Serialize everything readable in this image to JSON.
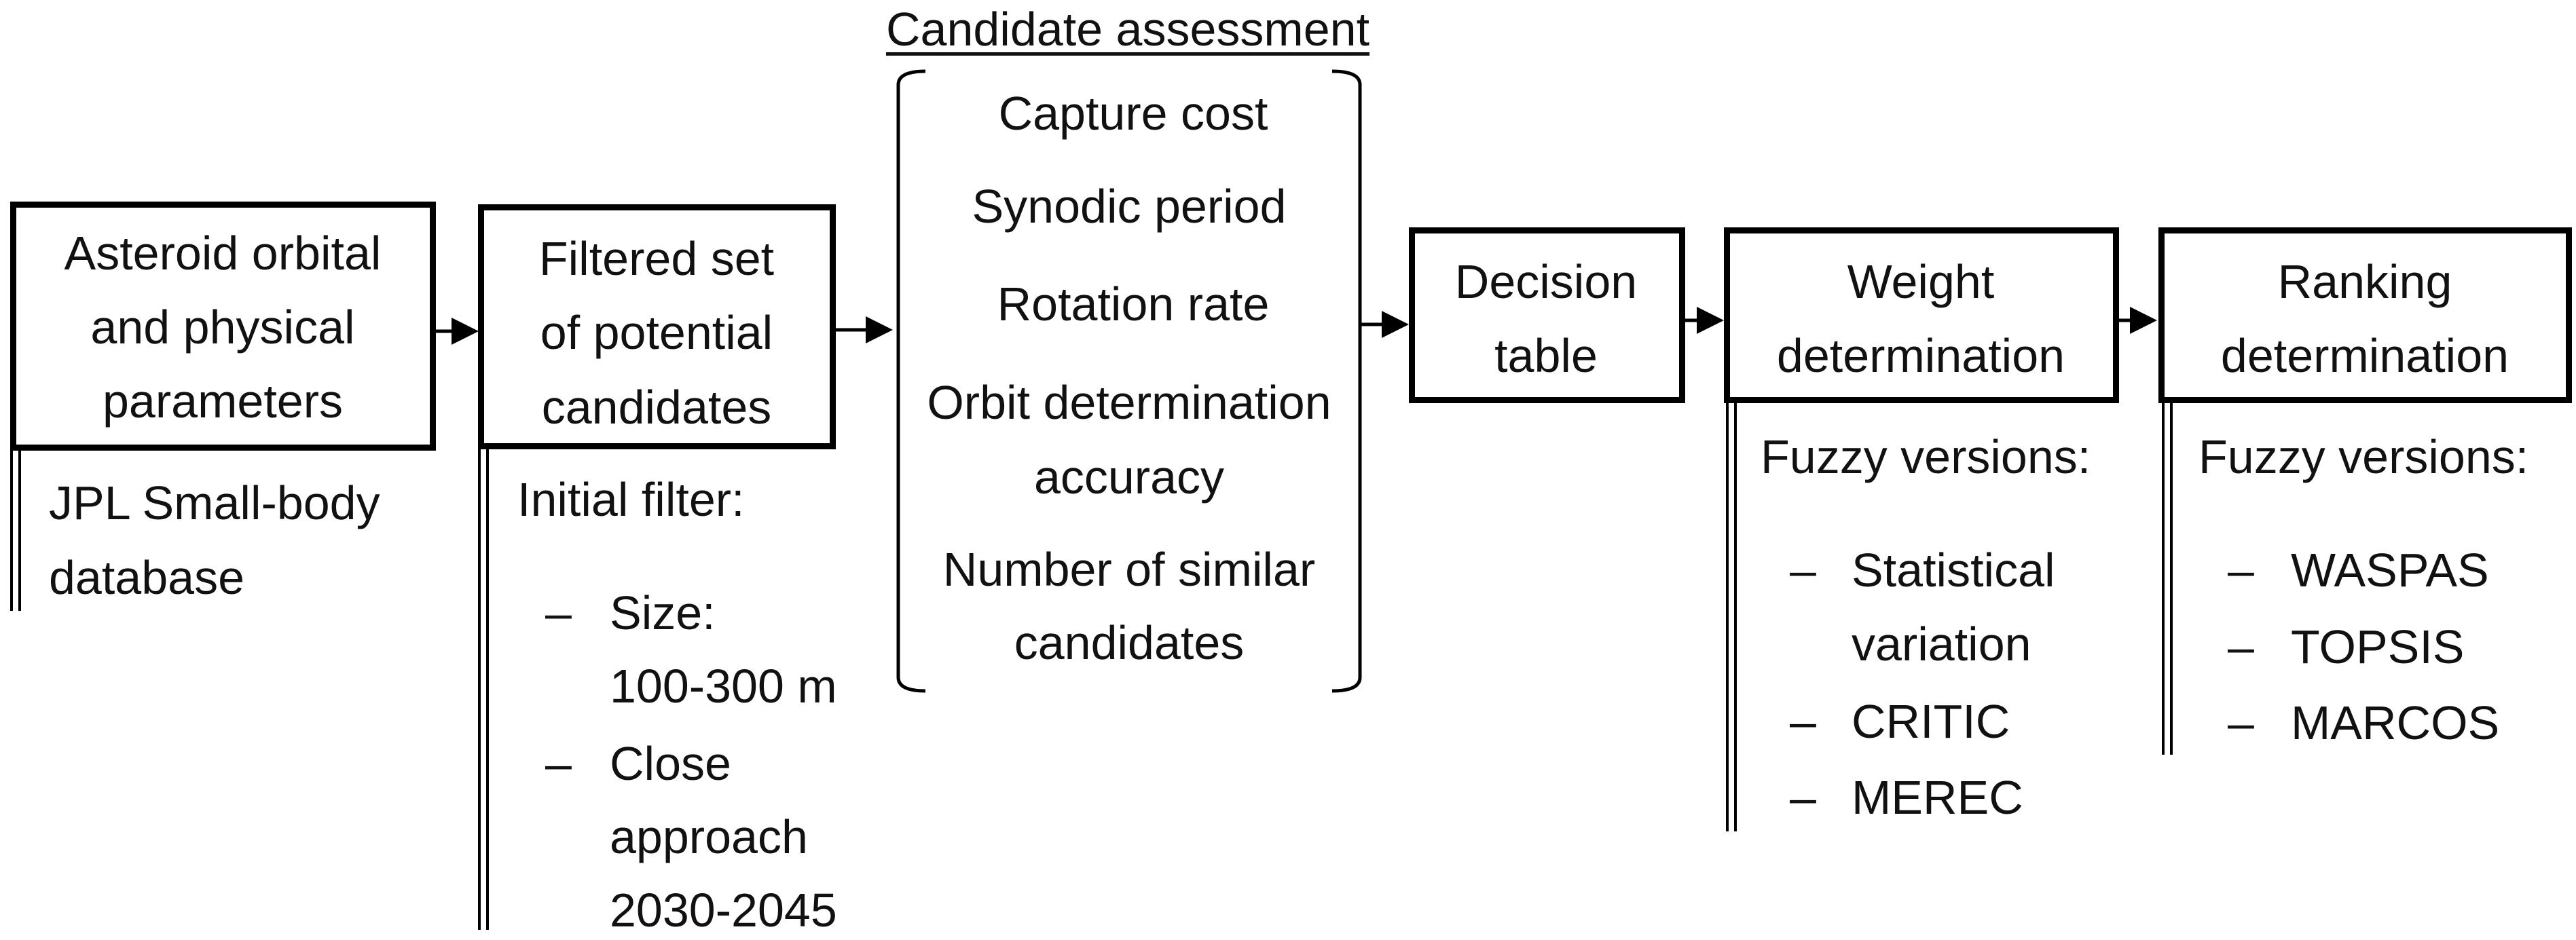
{
  "heading": "Candidate assessment",
  "boxes": [
    {
      "lines": [
        "Asteroid orbital",
        "and physical",
        "parameters"
      ]
    },
    {
      "lines": [
        "Filtered set",
        "of potential",
        "candidates"
      ]
    },
    {
      "lines": [
        "Decision",
        "table"
      ]
    },
    {
      "lines": [
        "Weight",
        "determination"
      ]
    },
    {
      "lines": [
        "Ranking",
        "determination"
      ]
    }
  ],
  "criteria": [
    "Capture cost",
    "Synodic period",
    "Rotation rate",
    "Orbit determination",
    "accuracy",
    "Number of similar",
    "candidates"
  ],
  "notes": {
    "source": {
      "lines": [
        "JPL Small-body",
        "database"
      ]
    },
    "filter": {
      "heading": "Initial filter:",
      "dash": "–",
      "items": [
        {
          "lines": [
            "Size:",
            "100-300 m"
          ]
        },
        {
          "lines": [
            "Close",
            "approach",
            "2030-2045"
          ]
        }
      ]
    },
    "weights": {
      "heading": "Fuzzy versions:",
      "dash": "–",
      "items": [
        {
          "lines": [
            "Statistical",
            "variation"
          ]
        },
        {
          "lines": [
            "CRITIC"
          ]
        },
        {
          "lines": [
            "MEREC"
          ]
        }
      ]
    },
    "ranking": {
      "heading": "Fuzzy versions:",
      "dash": "–",
      "items": [
        {
          "lines": [
            "WASPAS"
          ]
        },
        {
          "lines": [
            "TOPSIS"
          ]
        },
        {
          "lines": [
            "MARCOS"
          ]
        }
      ]
    }
  }
}
